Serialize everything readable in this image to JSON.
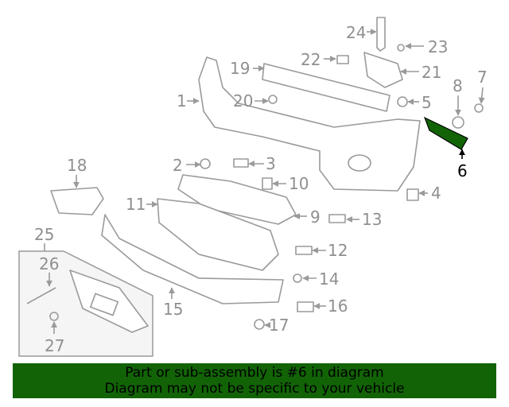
{
  "diagram": {
    "highlight_color": "#126306",
    "highlighted_part": "6",
    "callouts": [
      "1",
      "2",
      "3",
      "4",
      "5",
      "6",
      "7",
      "8",
      "9",
      "10",
      "11",
      "12",
      "13",
      "14",
      "15",
      "16",
      "17",
      "18",
      "19",
      "20",
      "21",
      "22",
      "23",
      "24",
      "25",
      "26",
      "27"
    ]
  },
  "banner": {
    "line1": "Part or sub-assembly is #6 in diagram",
    "line2": "Diagram may not be specific to your vehicle",
    "background": "#126306"
  }
}
